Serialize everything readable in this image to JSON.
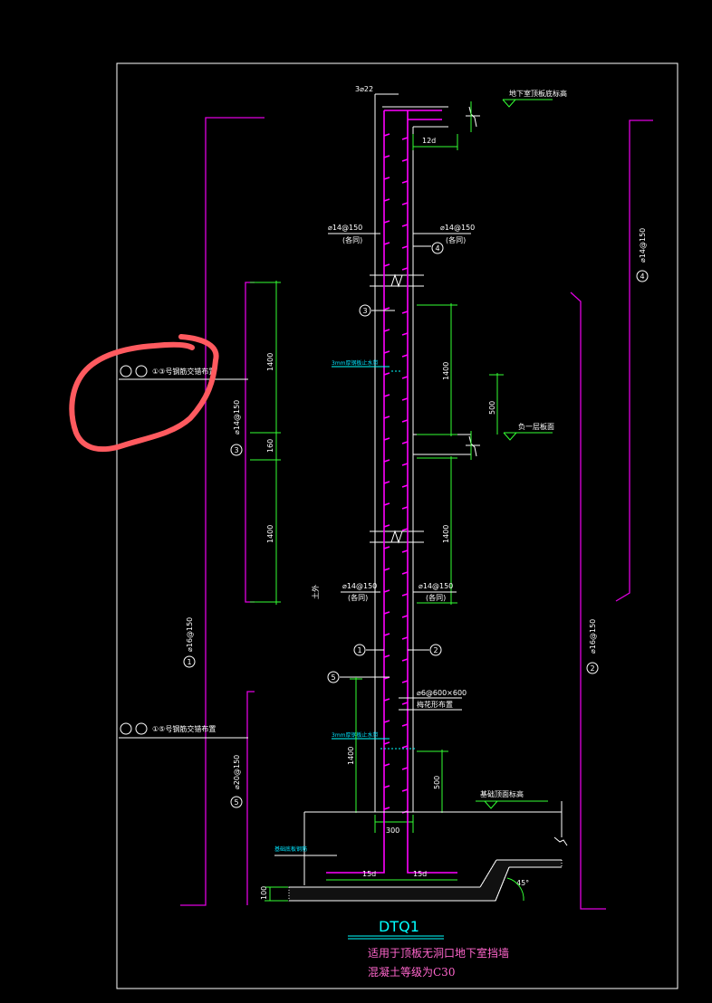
{
  "drawing": {
    "title": "DTQ1",
    "notes": [
      "适用于顶板无洞口地下室挡墙",
      "混凝土等级为C30"
    ],
    "top_bars": "3⌀22",
    "cover_label_top": "地下室顶板底标高",
    "cover_label_mid": "负一层板面",
    "top_anchor": "12d",
    "bottom_anchor_left": "15d",
    "bottom_anchor_right": "15d",
    "wall_thickness": "300",
    "pad_thickness": "100",
    "angle": "45°",
    "foundation_label": "基础顶面标高",
    "footing_label": "基础底板钢筋",
    "soil_side": "土外",
    "rebar_left_upper": "⌀14@150",
    "rebar_right_upper": "⌀14@150",
    "rebar_left_lower": "⌀14@150",
    "rebar_right_lower": "⌀14@150",
    "same_note": "(各同)",
    "tie_bars": "⌀6@600×600",
    "tie_note": "梅花形布置",
    "waterstop_note_1": "3mm厚钢板止水带",
    "waterstop_note_2": "3mm厚钢板止水带",
    "side_rebar_4": "⌀14@150",
    "side_rebar_3": "⌀14@150",
    "side_rebar_1": "⌀16@150",
    "side_rebar_2": "⌀16@150",
    "side_rebar_5": "⌀20@150",
    "callout_13": "①③号钢筋交错布置",
    "callout_15": "①⑤号钢筋交错布置",
    "dim_1400_a": "1400",
    "dim_160": "160",
    "dim_1400_b": "1400",
    "dim_1400_c": "1400",
    "dim_500_a": "500",
    "dim_1400_d": "1400",
    "dim_1400_e": "1400",
    "dim_500_b": "500",
    "num_1": "1",
    "num_2": "2",
    "num_3": "3",
    "num_4": "4",
    "num_5": "5",
    "annotation_color": "#ff5a5f"
  }
}
